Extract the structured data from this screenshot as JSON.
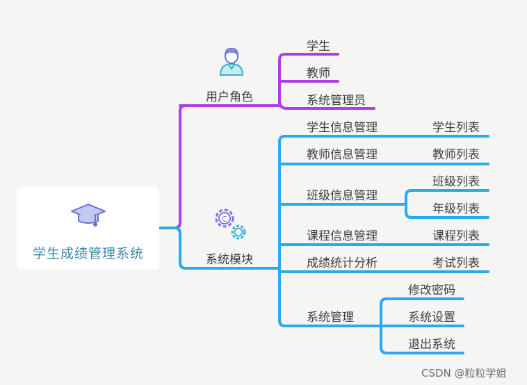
{
  "root": {
    "title": "学生成绩管理系统",
    "icon": "graduation-cap-icon"
  },
  "colors": {
    "purple": "#ad3ee0",
    "blue": "#2aa9ef",
    "root_text": "#3a87a8",
    "text": "#3d3d3d"
  },
  "branches": {
    "roles": {
      "label": "用户角色",
      "icon": "user-avatar-icon",
      "items": [
        "学生",
        "教师",
        "系统管理员"
      ]
    },
    "modules": {
      "label": "系统模块",
      "icon": "gears-icon",
      "items": [
        {
          "label": "学生信息管理",
          "children": [
            "学生列表"
          ]
        },
        {
          "label": "教师信息管理",
          "children": [
            "教师列表"
          ]
        },
        {
          "label": "班级信息管理",
          "children": [
            "班级列表",
            "年级列表"
          ]
        },
        {
          "label": "课程信息管理",
          "children": [
            "课程列表"
          ]
        },
        {
          "label": "成绩统计分析",
          "children": [
            "考试列表"
          ]
        },
        {
          "label": "系统管理",
          "children": [
            "修改密码",
            "系统设置",
            "退出系统"
          ]
        }
      ]
    }
  },
  "watermark": "CSDN @粒粒学姐"
}
